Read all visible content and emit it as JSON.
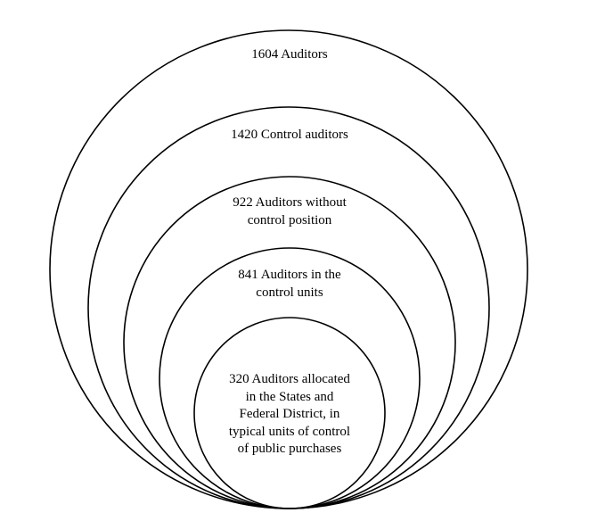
{
  "diagram": {
    "type": "nested-circles",
    "stroke_color": "#000000",
    "background_color": "#ffffff",
    "levels": [
      {
        "count": 1604,
        "label": "1604 Auditors"
      },
      {
        "count": 1420,
        "label": "1420 Control auditors"
      },
      {
        "count": 922,
        "label": "922 Auditors without\ncontrol position"
      },
      {
        "count": 841,
        "label": "841 Auditors in the\ncontrol units"
      },
      {
        "count": 320,
        "label": "320 Auditors allocated\nin the States and\nFederal District, in\ntypical units of control\nof public purchases"
      }
    ]
  }
}
